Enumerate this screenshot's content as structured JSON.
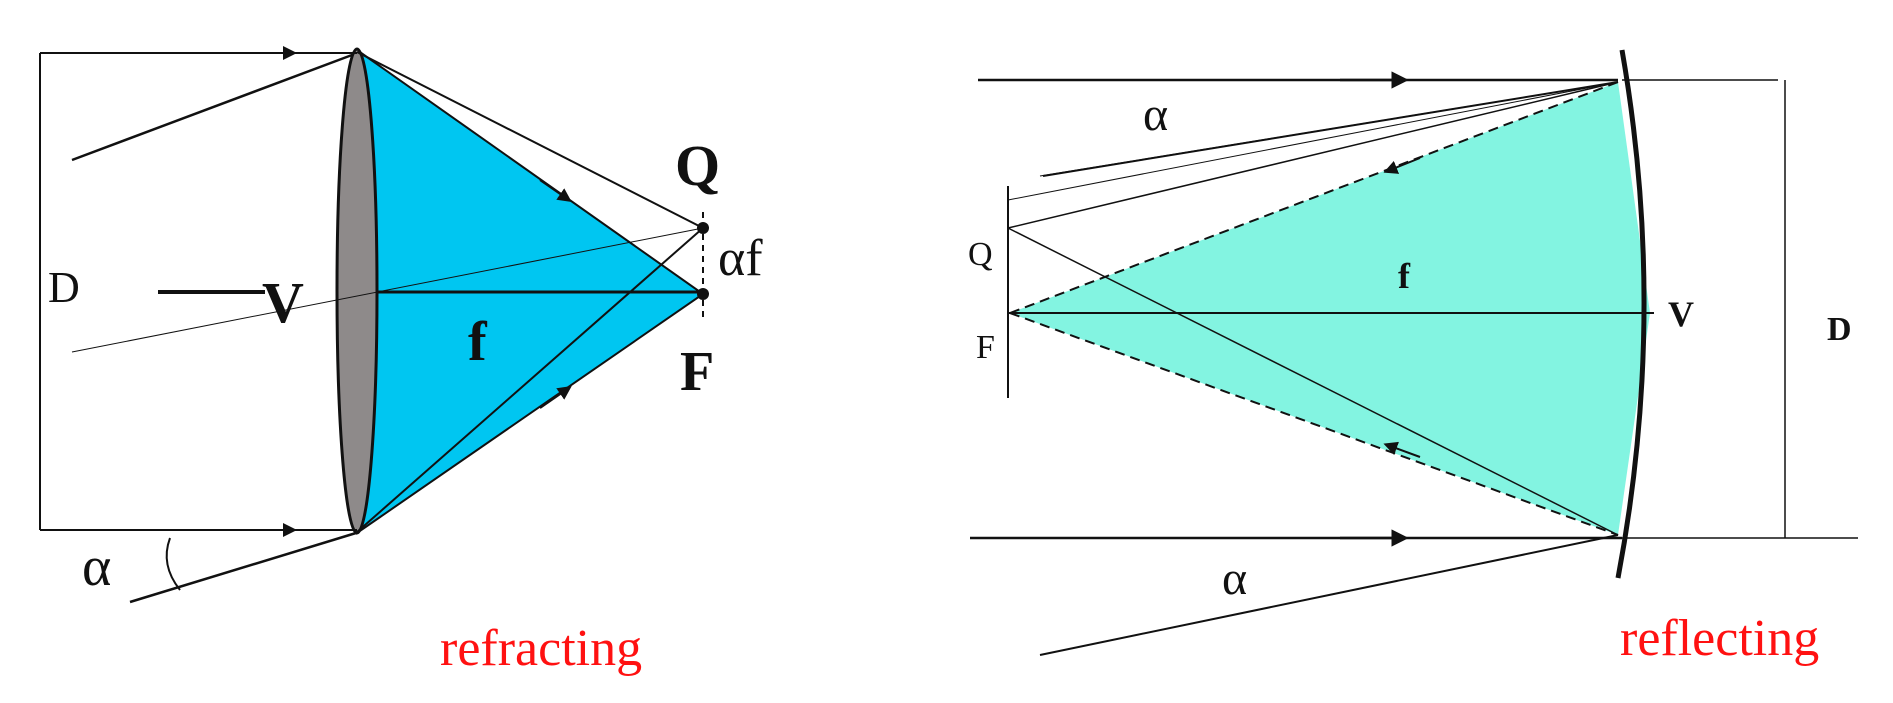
{
  "colors": {
    "refracting_cone": "#00c6f1",
    "reflecting_cone": "#83f4e1",
    "lens": "#8e8a8a",
    "ink": "#111111",
    "caption": "#ff1111"
  },
  "refracting": {
    "caption": "refracting",
    "label_D": "D",
    "label_V": "V",
    "label_f": "f",
    "label_F": "F",
    "label_Q": "Q",
    "label_alpha": "α",
    "label_alpha_f": "αf"
  },
  "reflecting": {
    "caption": "reflecting",
    "label_D": "D",
    "label_V": "V",
    "label_f": "f",
    "label_F": "F",
    "label_Q": "Q",
    "label_alpha_top": "α",
    "label_alpha_bottom": "α"
  }
}
